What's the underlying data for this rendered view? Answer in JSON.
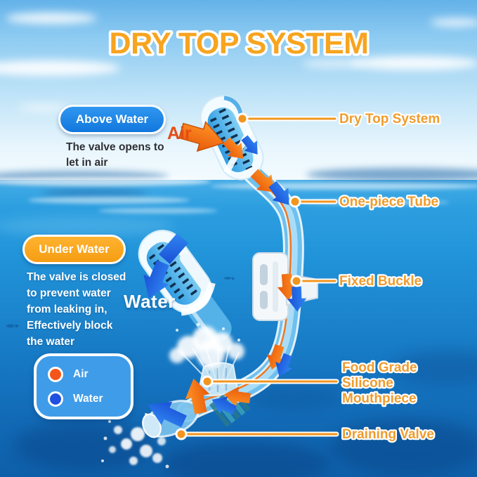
{
  "title": "DRY TOP SYSTEM",
  "above_water": {
    "badge": "Above Water",
    "description_lines": [
      "The valve opens to",
      "let in air"
    ],
    "flow_label": "Air"
  },
  "under_water": {
    "badge": "Under Water",
    "description_lines": [
      "The valve is closed",
      "to prevent water",
      "from leaking in,",
      "Effectively block",
      "the water"
    ],
    "flow_label": "Water"
  },
  "callouts": {
    "dry_top": {
      "lines": [
        "Dry Top System"
      ]
    },
    "tube": {
      "lines": [
        "One-piece Tube"
      ]
    },
    "buckle": {
      "lines": [
        "Fixed Buckle"
      ]
    },
    "mouthpiece": {
      "lines": [
        "Food Grade",
        "Silicone",
        "Mouthpiece"
      ]
    },
    "valve": {
      "lines": [
        "Draining Valve"
      ]
    }
  },
  "legend": {
    "air_label": "Air",
    "water_label": "Water",
    "air_color": "#f4551a",
    "water_color": "#2050e0"
  },
  "colors": {
    "title_orange": "#f7a41f",
    "label_orange": "#f09c2e",
    "badge_blue": "#1e86e8",
    "badge_orange": "#f8a81e",
    "air_arrow": "#f26a10",
    "water_arrow": "#1d6fe0",
    "connector": "#f2951f"
  }
}
